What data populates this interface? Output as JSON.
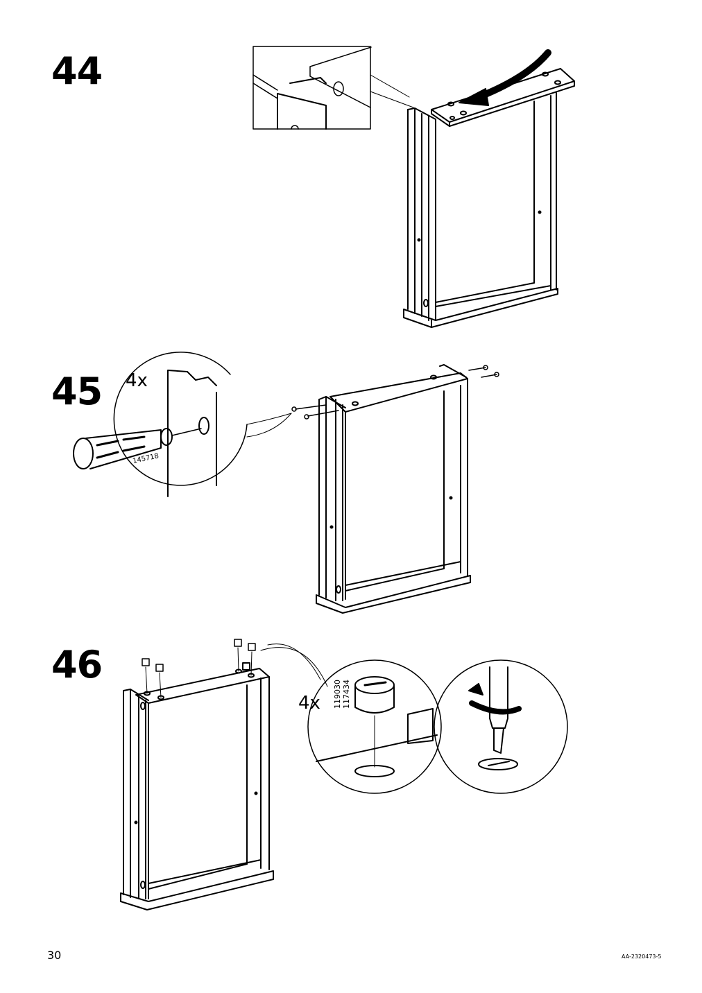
{
  "steps": [
    {
      "number": "44"
    },
    {
      "number": "45",
      "quantity": "4x",
      "tool_code": "145718"
    },
    {
      "number": "46",
      "quantity": "4x",
      "part_codes": [
        "119030",
        "117434"
      ]
    }
  ],
  "footer": {
    "page_number": "30",
    "doc_code": "AA-2320473-5"
  }
}
